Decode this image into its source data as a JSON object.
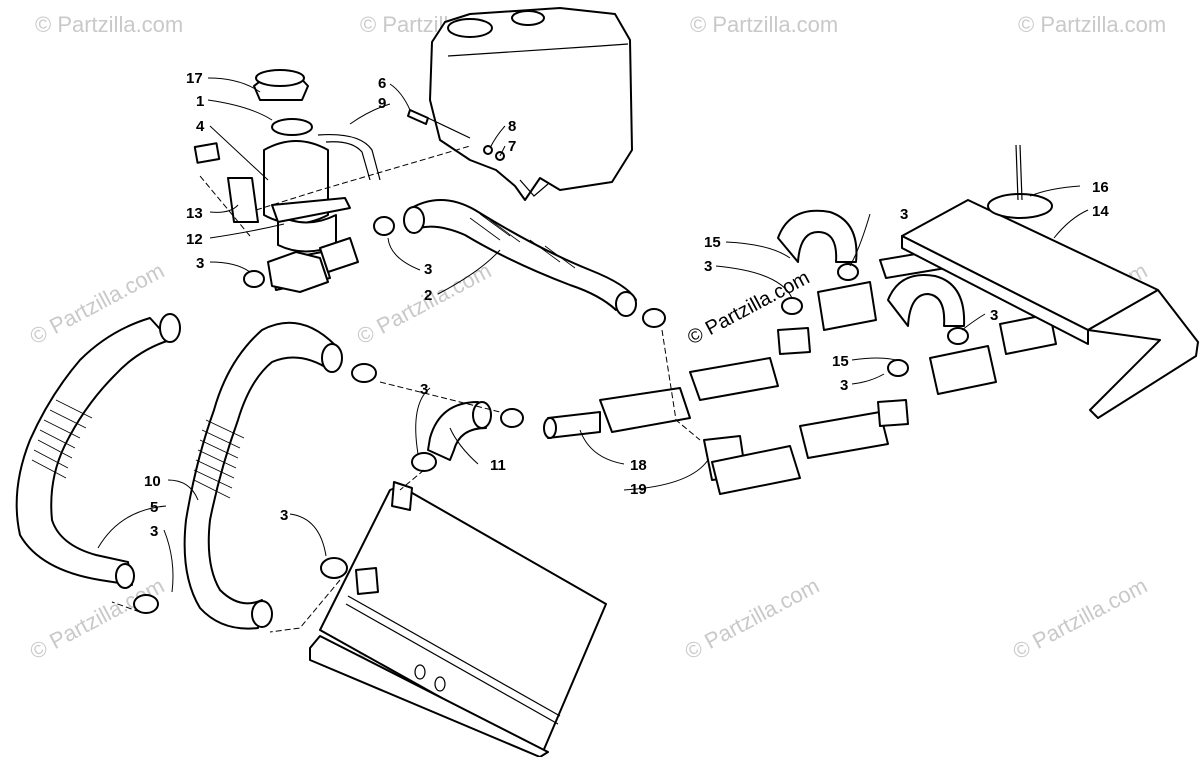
{
  "watermark": "© Partzilla.com",
  "watermark_center": "© Partzilla.com",
  "callouts": {
    "c17": "17",
    "c1": "1",
    "c4": "4",
    "c13": "13",
    "c12": "12",
    "c6": "6",
    "c9": "9",
    "c8": "8",
    "c7": "7",
    "c3_left": "3",
    "c3_mid": "3",
    "c2": "2",
    "c15_top": "15",
    "c3_top": "3",
    "c3_clamp": "3",
    "c16": "16",
    "c14": "14",
    "c3_right": "3",
    "c15_low": "15",
    "c3_low": "3",
    "c3_center": "3",
    "c11": "11",
    "c18": "18",
    "c19": "19",
    "c10": "10",
    "c5": "5",
    "c3_bot": "3",
    "c3_rad": "3"
  }
}
